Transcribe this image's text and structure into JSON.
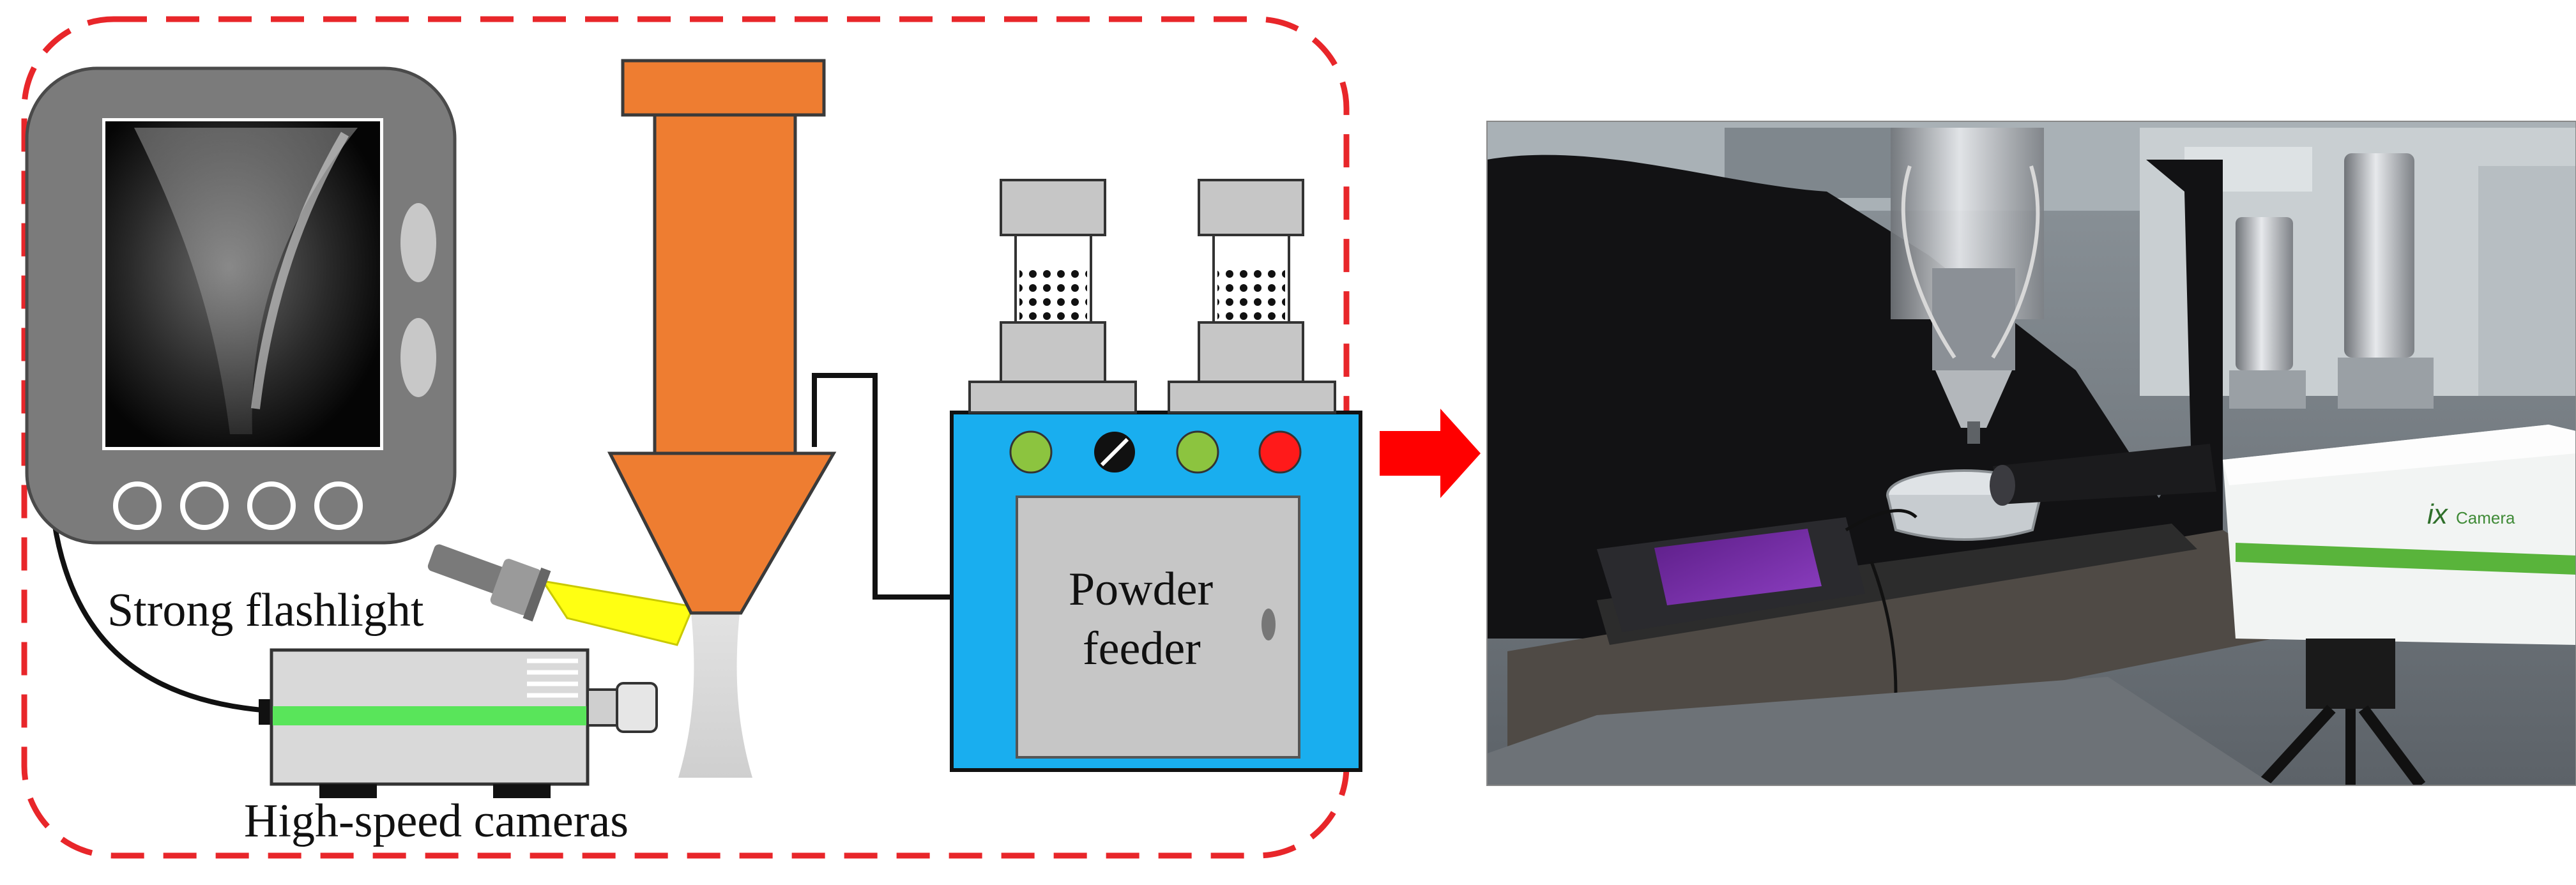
{
  "labels": {
    "flashlight": "Strong flashlight",
    "cameras": "High-speed cameras",
    "feeder_line1": "Powder",
    "feeder_line2": "feeder"
  },
  "photo": {
    "camera_brand": "ix",
    "camera_model": "Camera"
  },
  "colors": {
    "dashed_border": "#e8262a",
    "hopper_orange": "#ee7d31",
    "feeder_blue": "#19aeef",
    "feeder_door": "#c6c6c6",
    "monitor_frame": "#7b7b7b",
    "camera_stripe": "#59e55a",
    "flash_beam": "#ffff12",
    "arrow_red": "#ff0000",
    "indicator_green": "#8cc43f",
    "indicator_red": "#ff1a1a"
  }
}
